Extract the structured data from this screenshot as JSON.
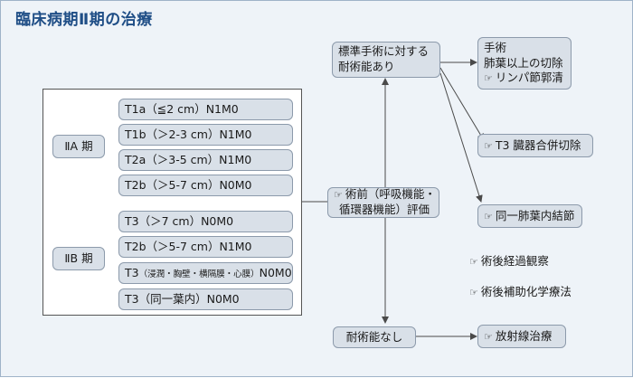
{
  "title": "臨床病期Ⅱ期の治療",
  "groups": {
    "iia": "ⅡA 期",
    "iib": "ⅡB 期"
  },
  "stages": {
    "s1": "T1a（≦2 cm）N1M0",
    "s2": "T1b（＞2-3 cm）N1M0",
    "s3": "T2a（＞3-5 cm）N1M0",
    "s4": "T2b（＞5-7 cm）N0M0",
    "s5": "T3（＞7 cm）N0M0",
    "s6": "T2b（＞5-7 cm）N1M0",
    "s7_main": "T3",
    "s7_small": "（浸潤・胸壁・横隔膜・心膜）",
    "s7_tail": "N0M0",
    "s8": "T3（同一葉内）N0M0"
  },
  "icon": "☞",
  "eval": {
    "line1": "術前（呼吸機能・",
    "line2": "循環器機能）評価"
  },
  "tolerant": {
    "line1": "標準手術に対する",
    "line2": "耐術能あり"
  },
  "intolerant": "耐術能なし",
  "surgery": {
    "line1": "手術",
    "line2": "肺葉以上の切除",
    "line3": "リンパ節郭清"
  },
  "t3_resection": "T3 臓器合併切除",
  "same_lobe": "同一肺葉内結節",
  "followup": "術後経過観察",
  "chemo": "術後補助化学療法",
  "radiation": "放射線治療"
}
